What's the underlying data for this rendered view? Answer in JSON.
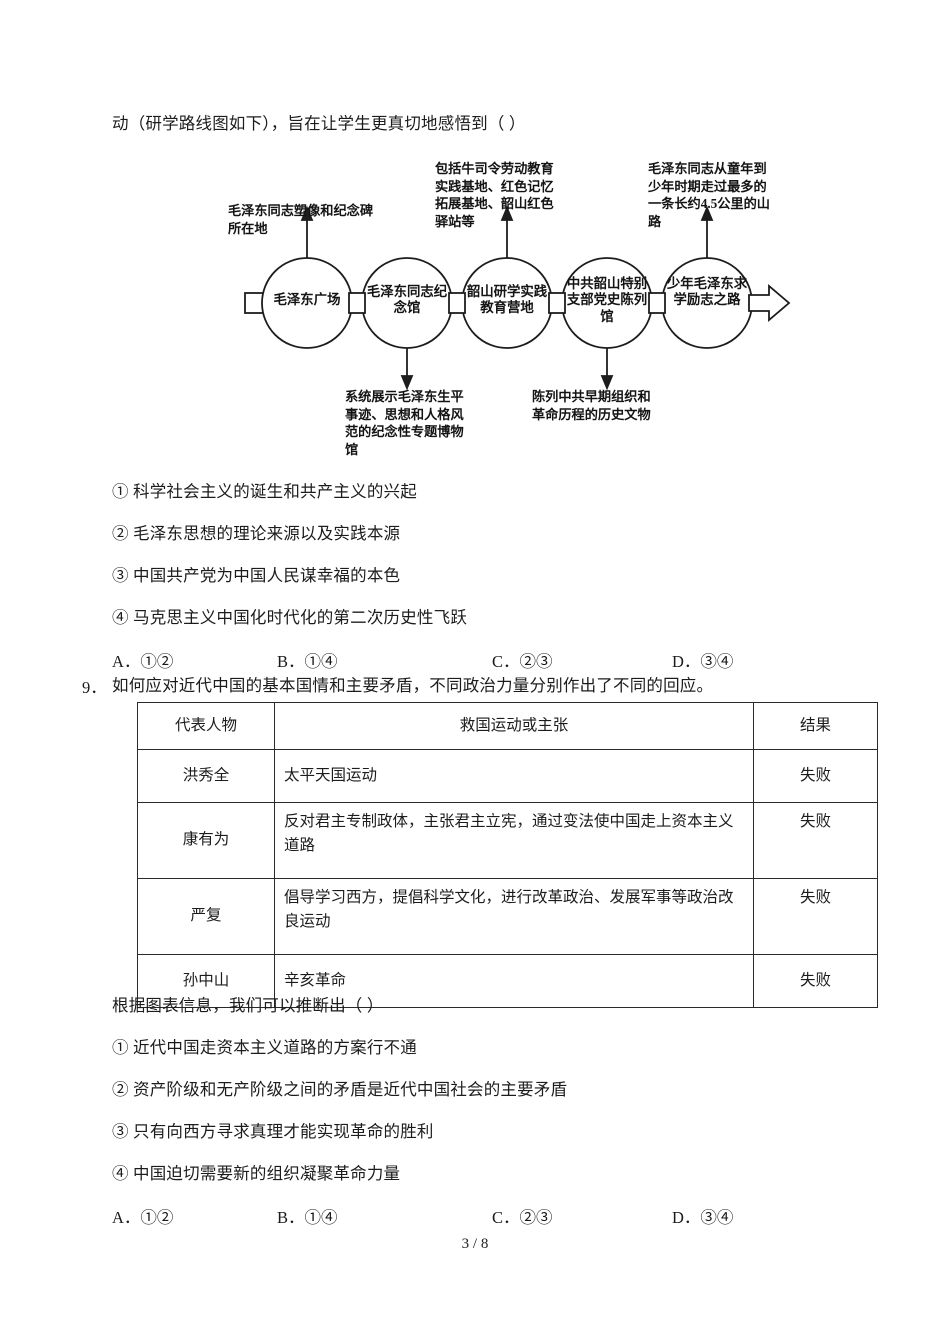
{
  "page": {
    "footer": "3 / 8"
  },
  "question8": {
    "stem_tail": "动（研学路线图如下），旨在让学生更真切地感悟到（      ）",
    "diagram": {
      "nodes": [
        {
          "text": "毛泽东广场"
        },
        {
          "text": "毛泽东同志纪念馆"
        },
        {
          "text": "韶山研学实践教育营地"
        },
        {
          "text": "中共韶山特别支部党史陈列馆"
        },
        {
          "text": "少年毛泽东求学励志之路"
        }
      ],
      "callouts_top": [
        {
          "text": "毛泽东同志塑像和纪念碑所在地"
        },
        {
          "text": "包括牛司令劳动教育实践基地、红色记忆拓展基地、韶山红色驿站等"
        },
        {
          "text": "毛泽东同志从童年到少年时期走过最多的一条长约4.5公里的山路"
        }
      ],
      "callouts_bottom": [
        {
          "text": "系统展示毛泽东生平事迹、思想和人格风范的纪念性专题博物馆"
        },
        {
          "text": "陈列中共早期组织和革命历程的历史文物"
        }
      ]
    },
    "statements": [
      "① 科学社会主义的诞生和共产主义的兴起",
      "② 毛泽东思想的理论来源以及实践本源",
      "③ 中国共产党为中国人民谋幸福的本色",
      "④ 马克思主义中国化时代化的第二次历史性飞跃"
    ],
    "options": {
      "a": "A．①②",
      "b": "B．①④",
      "c": "C．②③",
      "d": "D．③④"
    }
  },
  "question9": {
    "number": "9．",
    "stem": "如何应对近代中国的基本国情和主要矛盾，不同政治力量分别作出了不同的回应。",
    "table": {
      "headers": [
        "代表人物",
        "救国运动或主张",
        "结果"
      ],
      "rows": [
        {
          "person": "洪秀全",
          "claim": "太平天国运动",
          "result": "失败"
        },
        {
          "person": "康有为",
          "claim": "反对君主专制政体，主张君主立宪，通过变法使中国走上资本主义道路",
          "result": "失败"
        },
        {
          "person": "严复",
          "claim": "倡导学习西方，提倡科学文化，进行改革政治、发展军事等政治改良运动",
          "result": "失败"
        },
        {
          "person": "孙中山",
          "claim": "辛亥革命",
          "result": "失败"
        }
      ]
    },
    "lead_in": "根据图表信息，我们可以推断出（      ）",
    "statements": [
      "① 近代中国走资本主义道路的方案行不通",
      "② 资产阶级和无产阶级之间的矛盾是近代中国社会的主要矛盾",
      "③ 只有向西方寻求真理才能实现革命的胜利",
      "④ 中国迫切需要新的组织凝聚革命力量"
    ],
    "options": {
      "a": "A．①②",
      "b": "B．①④",
      "c": "C．②③",
      "d": "D．③④"
    }
  }
}
